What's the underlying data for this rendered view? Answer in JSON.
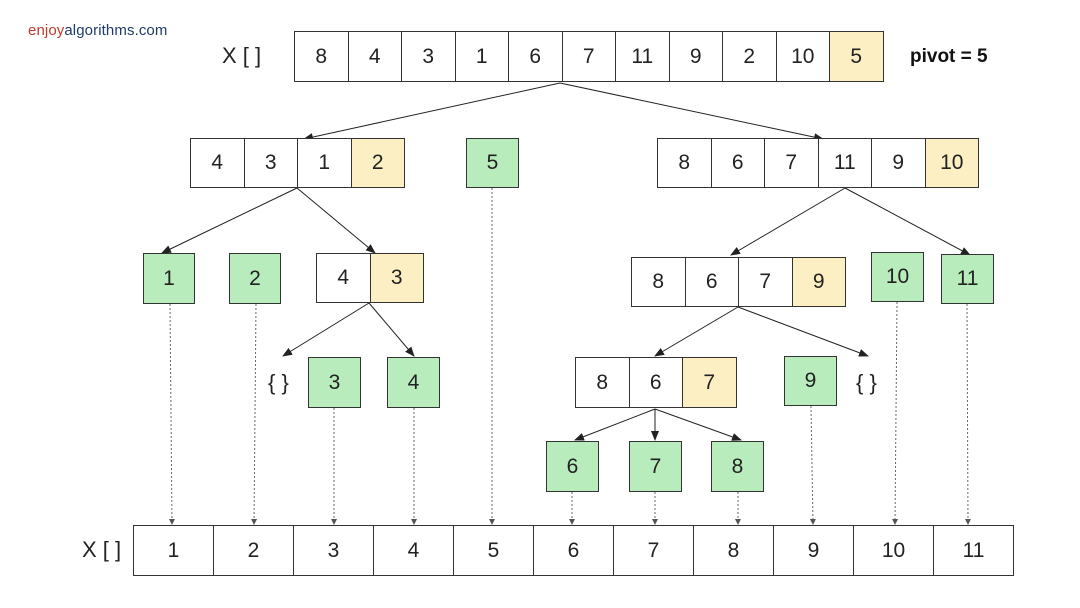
{
  "brand": {
    "part1": "enjoy",
    "part2": "algorithms",
    "part3": ".com",
    "colors": {
      "part1": "#c0392b",
      "part2": "#1f3b6e",
      "part3": "#1f3b6e"
    }
  },
  "colors": {
    "pivot_fill": "#fbefc3",
    "sorted_fill": "#b8ecbc",
    "cell_fill": "#ffffff",
    "border": "#333333"
  },
  "top_array": {
    "label": "X [ ]",
    "values": [
      "8",
      "4",
      "3",
      "1",
      "6",
      "7",
      "11",
      "9",
      "2",
      "10",
      "5"
    ],
    "pivot_index": 10,
    "pivot_text": "pivot = 5"
  },
  "level1": {
    "left": {
      "values": [
        "4",
        "3",
        "1",
        "2"
      ],
      "pivot_index": 3
    },
    "middle": "5",
    "right": {
      "values": [
        "8",
        "6",
        "7",
        "11",
        "9",
        "10"
      ],
      "pivot_index": 5
    }
  },
  "level2": {
    "one": "1",
    "two": "2",
    "left_sub": {
      "values": [
        "4",
        "3"
      ],
      "pivot_index": 1
    },
    "right_sub": {
      "values": [
        "8",
        "6",
        "7",
        "9"
      ],
      "pivot_index": 3
    },
    "ten": "10",
    "eleven": "11"
  },
  "level3": {
    "empty_left": "{ }",
    "three": "3",
    "four": "4",
    "sub": {
      "values": [
        "8",
        "6",
        "7"
      ],
      "pivot_index": 2
    },
    "nine": "9",
    "empty_right": "{ }"
  },
  "level4": {
    "six": "6",
    "seven": "7",
    "eight": "8"
  },
  "bottom_array": {
    "label": "X [ ]",
    "values": [
      "1",
      "2",
      "3",
      "4",
      "5",
      "6",
      "7",
      "8",
      "9",
      "10",
      "11"
    ]
  }
}
